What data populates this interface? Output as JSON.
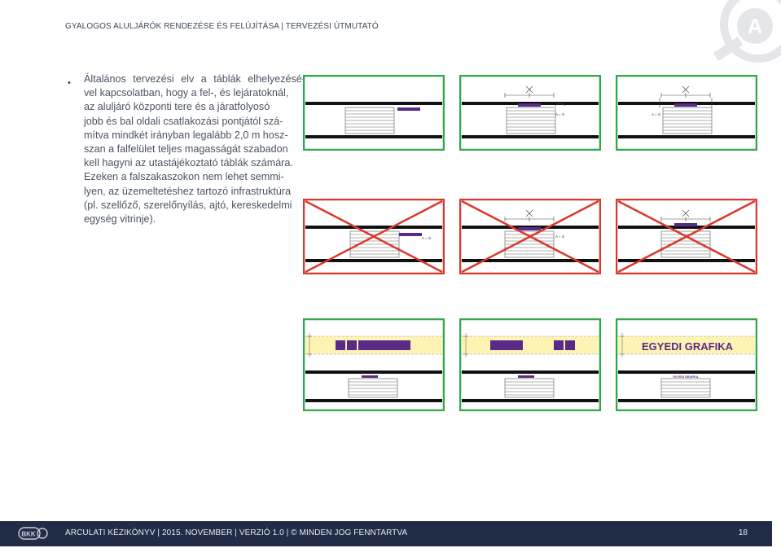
{
  "header": {
    "title": "GYALOGOS ALULJÁRÓK RENDEZÉSE ÉS FELÚJÍTÁSA | TERVEZÉSI ÚTMUTATÓ",
    "logo_icon": "a-letter-map-pin-icon",
    "logo_letter": "A"
  },
  "body": {
    "bullet": "•",
    "lines": [
      "Általános tervezési elv a táblák elhelyezésé-",
      "vel kapcsolatban, hogy a fel-, és lejáratoknál,",
      "az aluljáró központi tere és a járatfolyosó",
      "jobb és bal oldali csatlakozási pontjától szá-",
      "mítva mindkét irányban legalább 2,0 m hosz-",
      "szan a falfelület teljes magasságát szabadon",
      "kell hagyni az utastájékoztató táblák számára.",
      "Ezeken a falszakaszokon nem lehet semmi-",
      "lyen, az üzemeltetéshez tartozó infrastruktúra",
      "(pl. szellőző, szerelőnyílás, ajtó, kereskedelmi",
      "egység vitrinje)."
    ]
  },
  "diagrams": {
    "colors": {
      "ok": "#2ea84a",
      "bad": "#d9382b",
      "sign": "#5b2a86",
      "wall_band": "#fdf3b3"
    },
    "dimension_label": "A = G",
    "graphic_label": "EGYEDI GRAFIKA",
    "graphic_small_label": "EGYEDI GRAFIKA",
    "row1": [
      {
        "status": "ok",
        "x_marker": ""
      },
      {
        "status": "ok",
        "x_marker": "A = G"
      },
      {
        "status": "ok",
        "x_marker": "A = G"
      }
    ],
    "row2": [
      {
        "status": "bad"
      },
      {
        "status": "bad"
      },
      {
        "status": "bad"
      }
    ],
    "row3": [
      {
        "status": "ok",
        "variant": "signs"
      },
      {
        "status": "ok",
        "variant": "signs"
      },
      {
        "status": "ok",
        "variant": "graphic"
      }
    ]
  },
  "footer": {
    "logo_text": "BKK",
    "text": "ARCULATI KÉZIKÖNYV | 2015. NOVEMBER | VERZIÓ 1.0 | © MINDEN JOG FENNTARTVA",
    "page": "18"
  }
}
